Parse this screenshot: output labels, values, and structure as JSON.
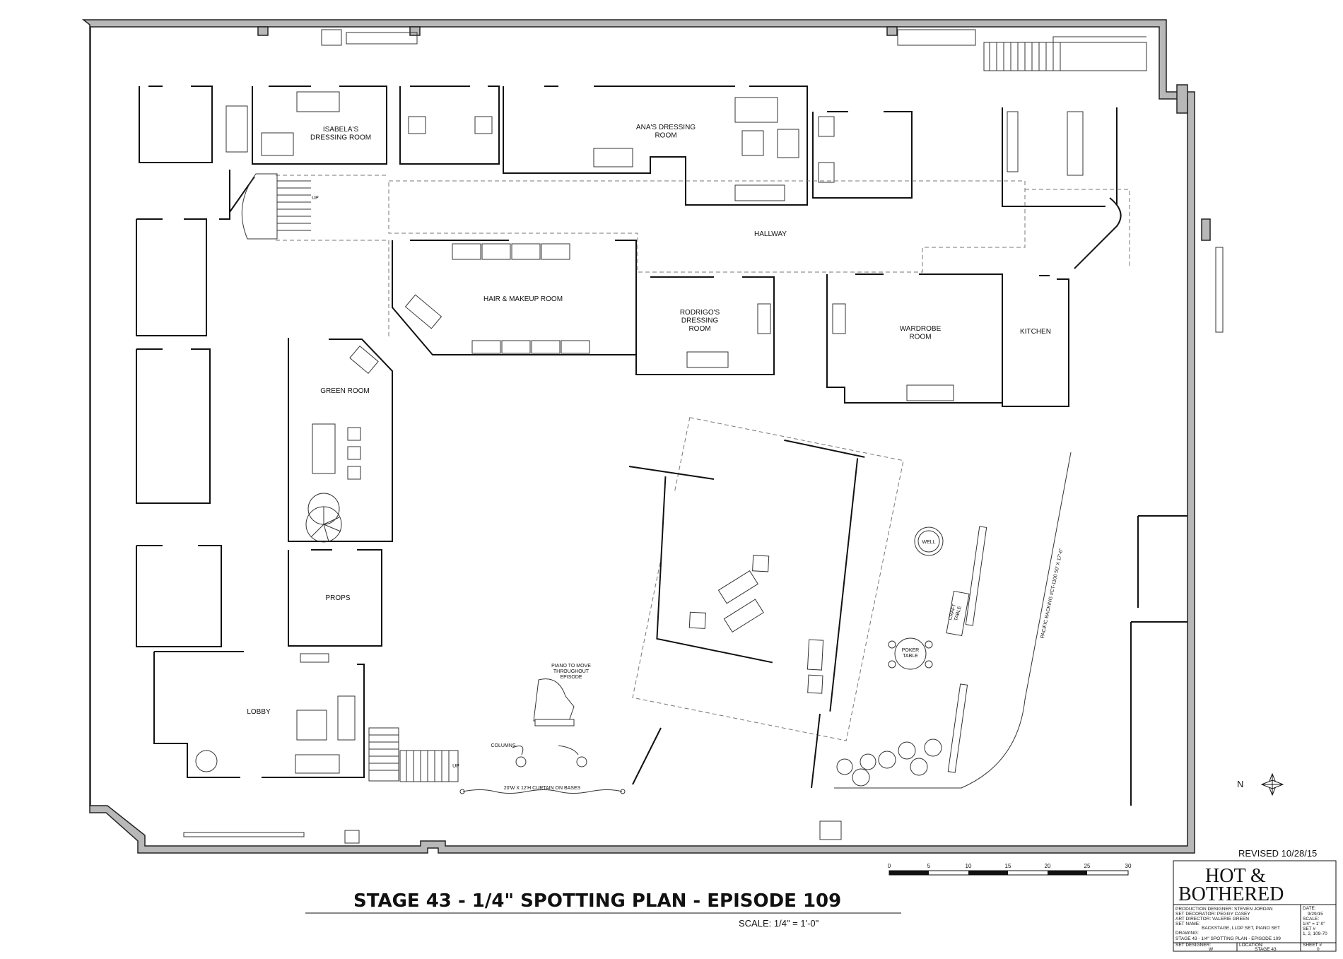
{
  "rooms": {
    "isabela": "ISABELA'S\nDRESSING ROOM",
    "ana": "ANA'S DRESSING\nROOM",
    "hallway": "HALLWAY",
    "hair_makeup": "HAIR & MAKEUP ROOM",
    "rodrigo": "RODRIGO'S\nDRESSING\nROOM",
    "wardrobe": "WARDROBE\nROOM",
    "kitchen": "KITCHEN",
    "green_room": "GREEN ROOM",
    "props": "PROPS",
    "lobby": "LOBBY",
    "well": "WELL",
    "craft_table": "CRAFT\nTABLE",
    "poker_table": "POKER\nTABLE"
  },
  "notes": {
    "up_stairs_top": "UP",
    "up_stairs_bottom": "UP",
    "piano": "PIANO TO MOVE\nTHROUGHOUT\nEPISODE",
    "columns": "COLUMNS",
    "curtain": "20'W X 12'H CURTAIN ON BASES",
    "backing": "PACIFIC BACKING #CT-1100 50' X 17'-6\"",
    "north": "N",
    "revised": "REVISED 10/28/15"
  },
  "title": {
    "main": "STAGE 43 - 1/4\" SPOTTING PLAN - EPISODE 109",
    "scale": "SCALE: 1/4\" = 1'-0\""
  },
  "scale_bar": {
    "ticks": [
      "0",
      "5",
      "10",
      "15",
      "20",
      "25",
      "30"
    ]
  },
  "title_block": {
    "brand_line1": "HOT &",
    "brand_line2": "BOTHERED",
    "production_designer": "PRODUCTION DESIGNER: STEVEN JORDAN",
    "set_decorator": "SET DECORATOR: PEGGY CASEY",
    "art_director": "ART DIRECTOR: VALERIE GREEN",
    "set_name_label": "SET NAME:",
    "set_name": "BACKSTAGE, LLDP SET, PIANO SET",
    "drawing_label": "DRAWING:",
    "drawing": "STAGE 43 - 1/4\" SPOTTING PLAN - EPISODE 109",
    "set_designer_label": "SET DESIGNER:",
    "set_designer": "W",
    "location_label": "LOCATION:",
    "location": "STAGE 43",
    "date_label": "DATE:",
    "date": "9/29/15",
    "scale_label": "SCALE:",
    "scale": "1/4\" = 1'-0\"",
    "set_no_label": "SET #",
    "set_no": "1, 2, 109-70",
    "sheet_label": "SHEET #",
    "sheet": "0"
  }
}
